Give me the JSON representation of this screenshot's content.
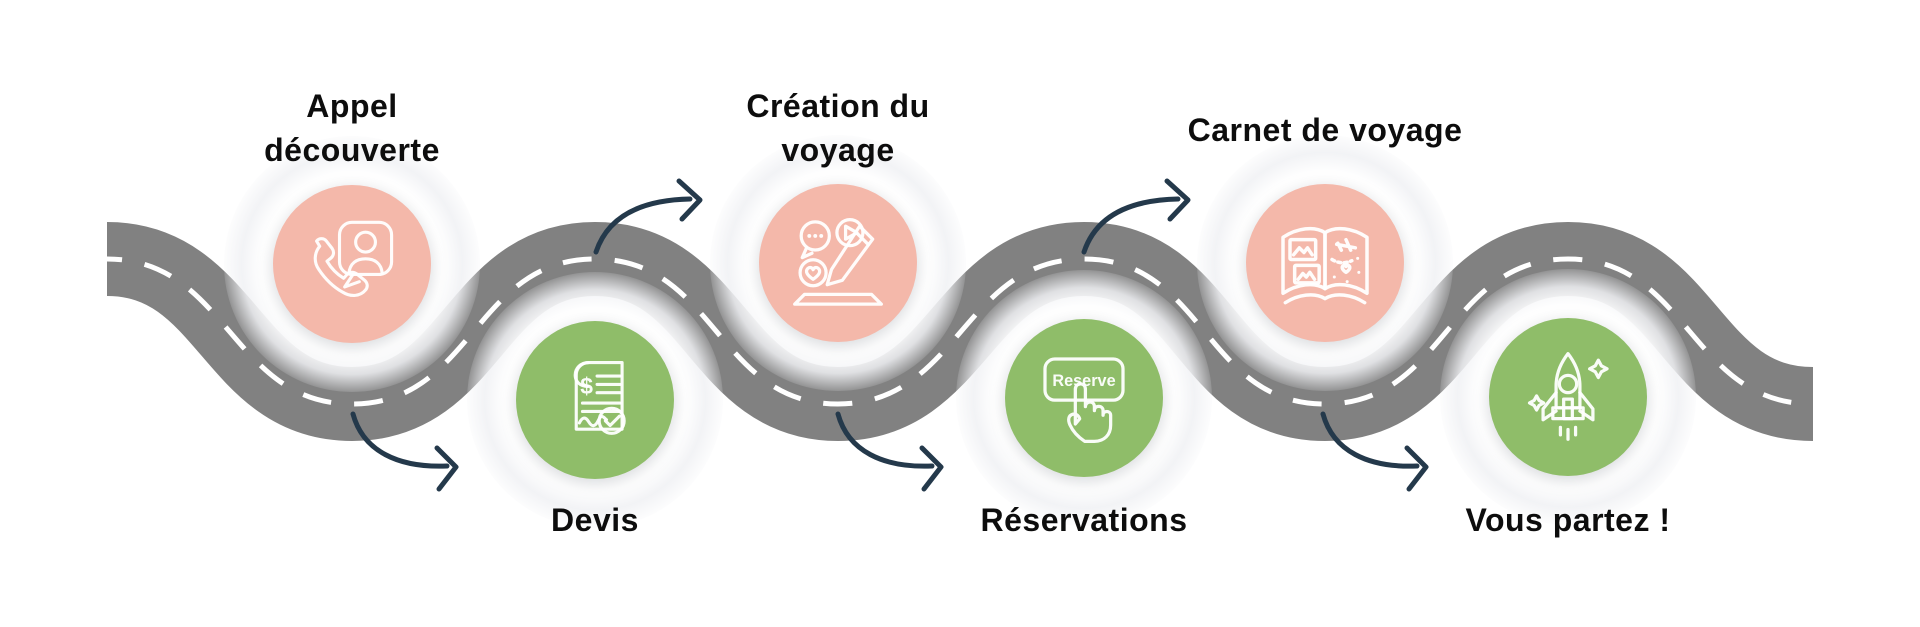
{
  "canvas": {
    "background": "#ffffff"
  },
  "road": {
    "color": "#818181",
    "centerline_color": "#ffffff"
  },
  "arrow_color": "#24394b",
  "label_color": "#0d0d0d",
  "steps": [
    {
      "label": "Appel découverte",
      "lines": [
        "Appel",
        "découverte"
      ],
      "circle_color": "#f4b8aa",
      "icon": "phone-contact-icon",
      "row": "top"
    },
    {
      "label": "Devis",
      "lines": [
        "Devis"
      ],
      "circle_color": "#8fbd69",
      "icon": "invoice-approved-icon",
      "icon_symbol": "$",
      "row": "bottom"
    },
    {
      "label": "Création du voyage",
      "lines": [
        "Création du",
        "voyage"
      ],
      "circle_color": "#f4b8aa",
      "icon": "content-creation-icon",
      "row": "top"
    },
    {
      "label": "Réservations",
      "lines": [
        "Réservations"
      ],
      "circle_color": "#8fbd69",
      "icon": "reserve-tap-icon",
      "icon_text": "Reserve",
      "row": "bottom"
    },
    {
      "label": "Carnet de voyage",
      "lines": [
        "Carnet de voyage"
      ],
      "circle_color": "#f4b8aa",
      "icon": "travel-journal-icon",
      "row": "top"
    },
    {
      "label": "Vous partez !",
      "lines": [
        "Vous partez !"
      ],
      "circle_color": "#8fbd69",
      "icon": "rocket-launch-icon",
      "row": "bottom"
    }
  ]
}
